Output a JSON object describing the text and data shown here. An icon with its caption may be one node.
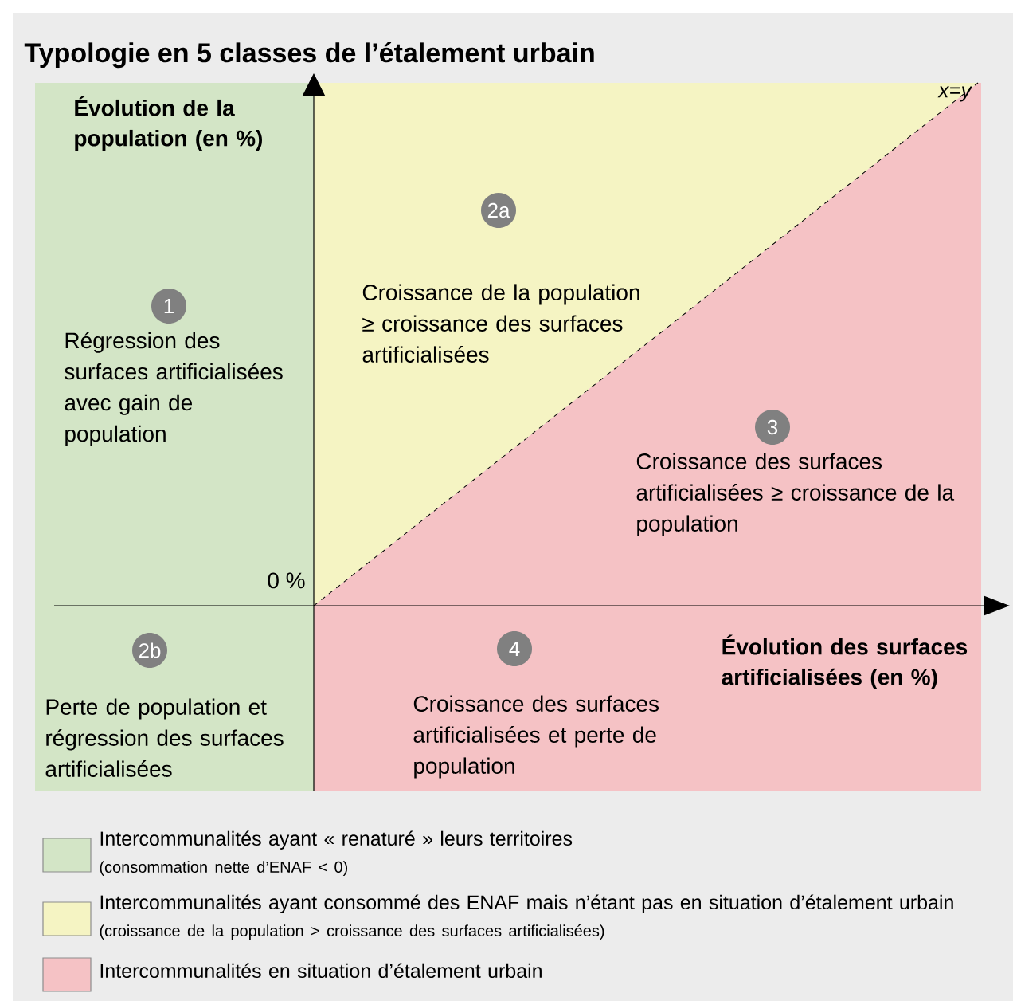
{
  "diagram": {
    "title": "Typologie en 5 classes de l’étalement urbain",
    "nodes": [
      {
        "text": [
          "1"
        ],
        "beside": [
          "Régression des surfaces artificialisées avec gain de population"
        ]
      },
      {
        "text": [
          "2a"
        ],
        "beside": [
          "Croissance de la population ≥ croissance des surfaces artificialisées"
        ]
      },
      {
        "text": [
          "3"
        ],
        "beside": [
          "Croissance des surfaces artificialisées ≥ croissance de la population"
        ]
      },
      {
        "text": [
          "2b"
        ],
        "beside": [
          "Perte de population et régression des surfaces artificialisées"
        ]
      },
      {
        "text": [
          "4"
        ],
        "beside": [
          "Croissance des surfaces artificialisées et perte de population"
        ]
      }
    ],
    "labels": [
      "Évolution de la population (en %)",
      "x=y",
      "0 %",
      "Évolution des surfaces artificialisées (en %)",
      "(consommation nette d’ENAF < 0)",
      "(croissance de la population > croissance des surfaces artificialisées)"
    ],
    "legend": [
      {
        "text": "Intercommunalités ayant « renaturé » leurs territoires",
        "color": "#d3e5c6"
      },
      {
        "text": "Intercommunalités ayant consommé des ENAF mais n’étant pas en situation d’étalement urbain",
        "color": "#f5f4c3"
      },
      {
        "text": "Intercommunalités en situation d’étalement urbain",
        "color": "#f5c2c5"
      }
    ]
  }
}
